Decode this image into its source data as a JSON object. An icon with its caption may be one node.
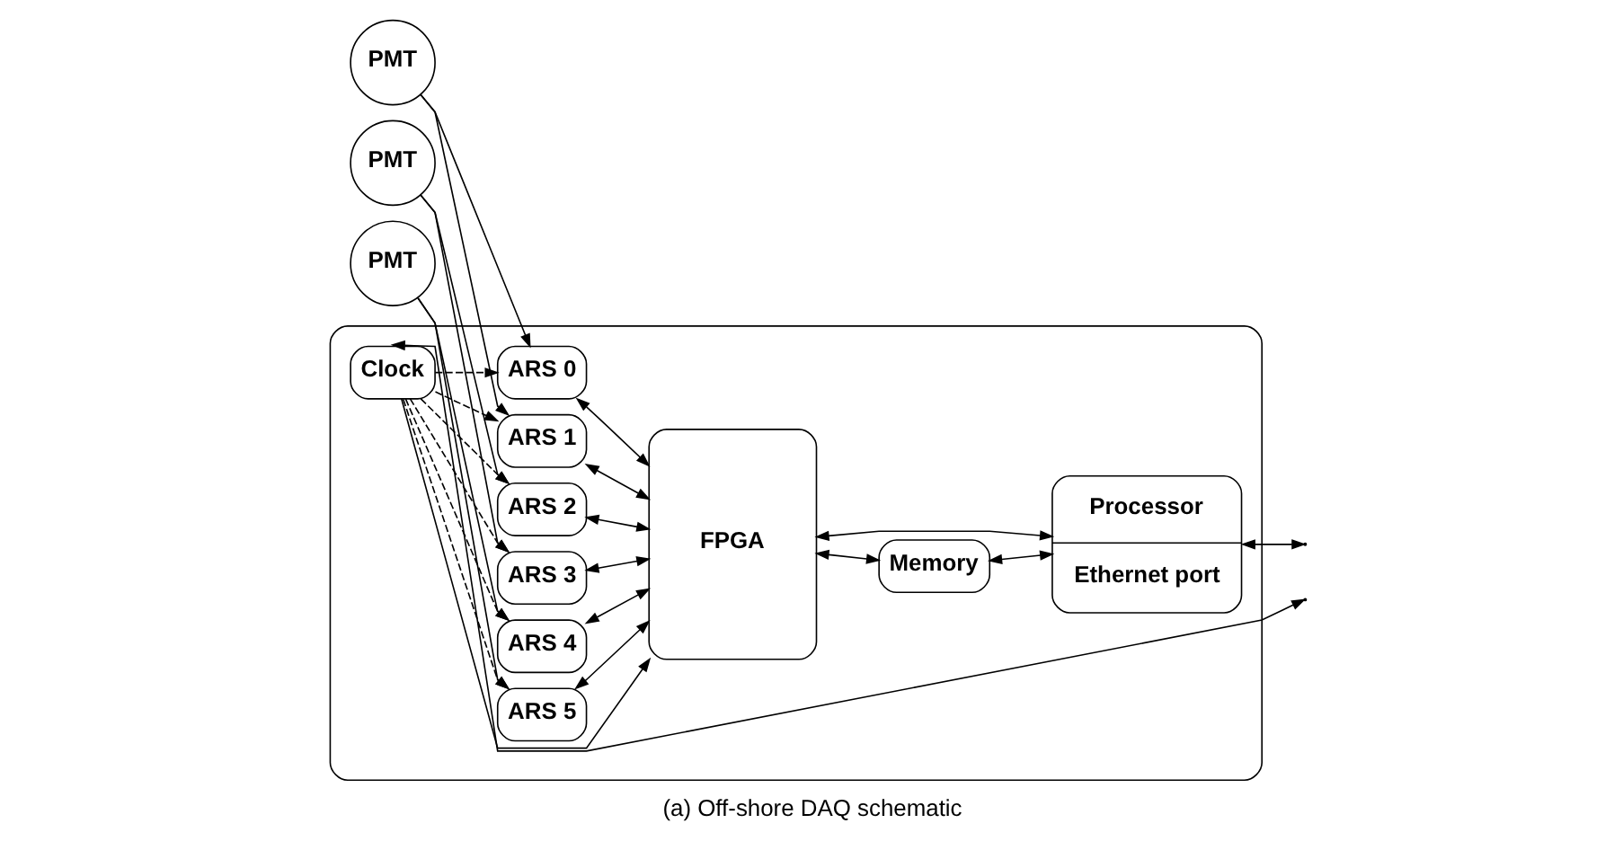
{
  "diagram": {
    "caption": "(a) Off-shore DAQ schematic",
    "nodes": [
      {
        "text": [],
        "shape": "box"
      },
      {
        "text": [
          "Clock"
        ],
        "in": 0
      },
      {
        "text": [
          "ARS 0"
        ],
        "in": 0
      },
      {
        "text": [
          "ARS 1"
        ],
        "in": 0
      },
      {
        "text": [
          "ARS 2"
        ],
        "in": 0
      },
      {
        "text": [
          "ARS 3"
        ],
        "in": 0
      },
      {
        "text": [
          "ARS 4"
        ],
        "in": 0
      },
      {
        "text": [
          "ARS 5"
        ],
        "in": 0
      },
      {
        "text": [
          "Memory"
        ],
        "in": 0
      },
      {
        "text": [
          "FPGA"
        ],
        "in": 0
      },
      {
        "text": [
          "Processor",
          "Ethernet port"
        ],
        "in": 0
      },
      {
        "text": [
          "PMT"
        ]
      },
      {
        "text": [
          "PMT"
        ]
      },
      {
        "text": [
          "PMT"
        ]
      }
    ],
    "edges": [
      {
        "from": null,
        "to": 1,
        "arrow": "both"
      },
      {
        "from": 1,
        "to": 9,
        "arrow": "to"
      },
      {
        "from": 1,
        "to": 2,
        "arrow": "to",
        "style": "dashed"
      },
      {
        "from": 1,
        "to": 3,
        "arrow": "to",
        "style": "dashed"
      },
      {
        "from": 1,
        "to": 4,
        "arrow": "to",
        "style": "dashed"
      },
      {
        "from": 1,
        "to": 5,
        "arrow": "to",
        "style": "dashed"
      },
      {
        "from": 1,
        "to": 6,
        "arrow": "to",
        "style": "dashed"
      },
      {
        "from": 1,
        "to": 7,
        "arrow": "to",
        "style": "dashed"
      },
      {
        "from": 11,
        "to": 2,
        "arrow": "to"
      },
      {
        "from": 11,
        "to": 3,
        "arrow": "to"
      },
      {
        "from": 12,
        "to": 4,
        "arrow": "to"
      },
      {
        "from": 12,
        "to": 5,
        "arrow": "to"
      },
      {
        "from": 13,
        "to": 6,
        "arrow": "to"
      },
      {
        "from": 13,
        "to": 7,
        "arrow": "to"
      },
      {
        "from": 2,
        "to": 9,
        "arrow": "both"
      },
      {
        "from": 3,
        "to": 9,
        "arrow": "both"
      },
      {
        "from": 4,
        "to": 9,
        "arrow": "both"
      },
      {
        "from": 5,
        "to": 9,
        "arrow": "both"
      },
      {
        "from": 6,
        "to": 9,
        "arrow": "both"
      },
      {
        "from": 7,
        "to": 9,
        "arrow": "both"
      },
      {
        "from": 9,
        "to": 8,
        "arrow": "both"
      },
      {
        "from": 8,
        "to": 10,
        "arrow": "both"
      },
      {
        "from": 9,
        "to": 10,
        "arrow": "both"
      },
      {
        "from": 10,
        "to": null,
        "arrow": "both"
      }
    ]
  }
}
